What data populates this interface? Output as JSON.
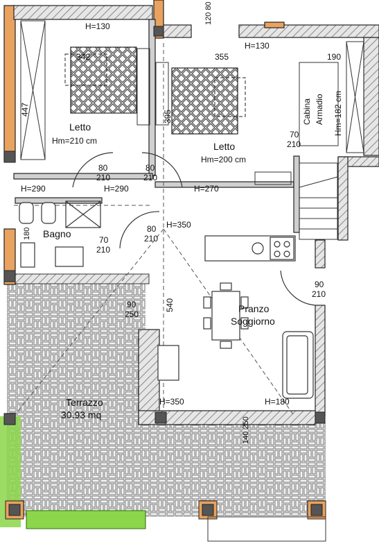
{
  "rooms": {
    "letto1": {
      "name": "Letto",
      "height": "Hm=210 cm"
    },
    "letto2": {
      "name": "Letto",
      "height": "Hm=200 cm"
    },
    "bagno": {
      "name": "Bagno"
    },
    "cabina": {
      "name1": "Cabina",
      "name2": "Armadio",
      "height": "Hm=182 cm"
    },
    "pranzo": {
      "name1": "Pranzo",
      "name2": "Soggiorno"
    },
    "terrazzo": {
      "name": "Terrazzo",
      "area": "30.93 mq"
    }
  },
  "dimensions": {
    "h130_a": "H=130",
    "h130_b": "H=130",
    "d342": "342",
    "d355": "355",
    "d190": "190",
    "d447": "447",
    "d395": "395",
    "d120_80": "120 80",
    "h290_a": "H=290",
    "h290_b": "H=290",
    "h270": "H=270",
    "d180": "180",
    "h350_a": "H=350",
    "h350_b": "H=350",
    "d540": "540",
    "h180": "H=180",
    "d140_250": "140 250"
  },
  "doors": {
    "d1": {
      "w": "80",
      "h": "210"
    },
    "d2": {
      "w": "80",
      "h": "210"
    },
    "d3": {
      "w": "70",
      "h": "210"
    },
    "d4": {
      "w": "70",
      "h": "210"
    },
    "d5": {
      "w": "80",
      "h": "210"
    },
    "d6": {
      "w": "90",
      "h": "210"
    },
    "d7": {
      "w": "90",
      "h": "250"
    }
  },
  "colors": {
    "wall": "#8a8a8a",
    "wall_dark": "#3c3c3c",
    "orange": "#e9a25f",
    "green": "#8bd64a",
    "tile": "#777777"
  }
}
